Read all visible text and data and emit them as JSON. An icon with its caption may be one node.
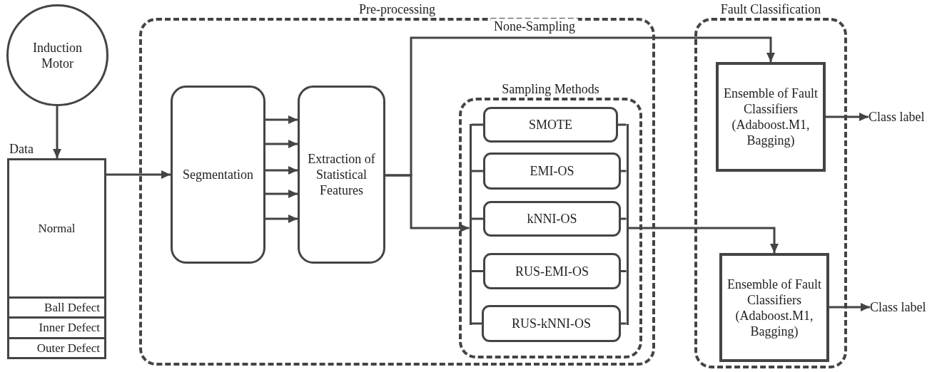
{
  "diagram": {
    "nodes": [
      {
        "text": [
          "Induction Motor"
        ]
      },
      {
        "text": [
          "Data"
        ]
      },
      {
        "text": [
          "Normal"
        ],
        "in": 1
      },
      {
        "text": [
          "Ball Defect"
        ],
        "in": 1
      },
      {
        "text": [
          "Inner Defect"
        ],
        "in": 1
      },
      {
        "text": [
          "Outer Defect"
        ],
        "in": 1
      },
      {
        "text": [
          "Pre-processing"
        ]
      },
      {
        "text": [
          "Segmentation"
        ],
        "in": 6
      },
      {
        "text": [
          "Extraction of Statistical Features"
        ],
        "in": 6
      },
      {
        "text": [
          "Sampling Methods"
        ],
        "in": 6
      },
      {
        "text": [],
        "shape": "bar",
        "in": 9
      },
      {
        "text": [
          "SMOTE"
        ],
        "in": 9
      },
      {
        "text": [
          "EMI-OS"
        ],
        "in": 9
      },
      {
        "text": [
          "kNNI-OS"
        ],
        "in": 9
      },
      {
        "text": [
          "RUS-EMI-OS"
        ],
        "in": 9
      },
      {
        "text": [
          "RUS-kNNI-OS"
        ],
        "in": 9
      },
      {
        "text": [],
        "shape": "bar",
        "in": 9
      },
      {
        "text": [
          "Fault Classification"
        ]
      },
      {
        "text": [
          "Ensemble of Fault Classifiers (Adaboost.M1, Bagging)"
        ],
        "in": 17
      },
      {
        "text": [
          "Ensemble of Fault Classifiers (Adaboost.M1, Bagging)"
        ],
        "in": 17
      },
      {
        "text": [
          "Class label"
        ]
      },
      {
        "text": [
          "Class label"
        ]
      }
    ],
    "edges": [
      {
        "from": 0,
        "to": 1,
        "arrow": "to"
      },
      {
        "from": 1,
        "to": 7,
        "arrow": "to"
      },
      {
        "from": 7,
        "to": 8,
        "arrow": "to"
      },
      {
        "from": 7,
        "to": 8,
        "arrow": "to"
      },
      {
        "from": 7,
        "to": 8,
        "arrow": "to"
      },
      {
        "from": 7,
        "to": 8,
        "arrow": "to"
      },
      {
        "from": 7,
        "to": 8,
        "arrow": "to"
      },
      {
        "from": 8,
        "to": 18,
        "arrow": "to",
        "label": "None-Sampling"
      },
      {
        "from": 8,
        "to": 10,
        "arrow": "to"
      },
      {
        "from": 10,
        "to": 11,
        "arrow": "none"
      },
      {
        "from": 10,
        "to": 12,
        "arrow": "none"
      },
      {
        "from": 10,
        "to": 13,
        "arrow": "none"
      },
      {
        "from": 10,
        "to": 14,
        "arrow": "none"
      },
      {
        "from": 10,
        "to": 15,
        "arrow": "none"
      },
      {
        "from": 11,
        "to": 16,
        "arrow": "none"
      },
      {
        "from": 12,
        "to": 16,
        "arrow": "none"
      },
      {
        "from": 13,
        "to": 16,
        "arrow": "none"
      },
      {
        "from": 14,
        "to": 16,
        "arrow": "none"
      },
      {
        "from": 15,
        "to": 16,
        "arrow": "none"
      },
      {
        "from": 16,
        "to": 19,
        "arrow": "to"
      },
      {
        "from": 18,
        "to": 20,
        "arrow": "to"
      },
      {
        "from": 19,
        "to": 21,
        "arrow": "to"
      }
    ]
  }
}
